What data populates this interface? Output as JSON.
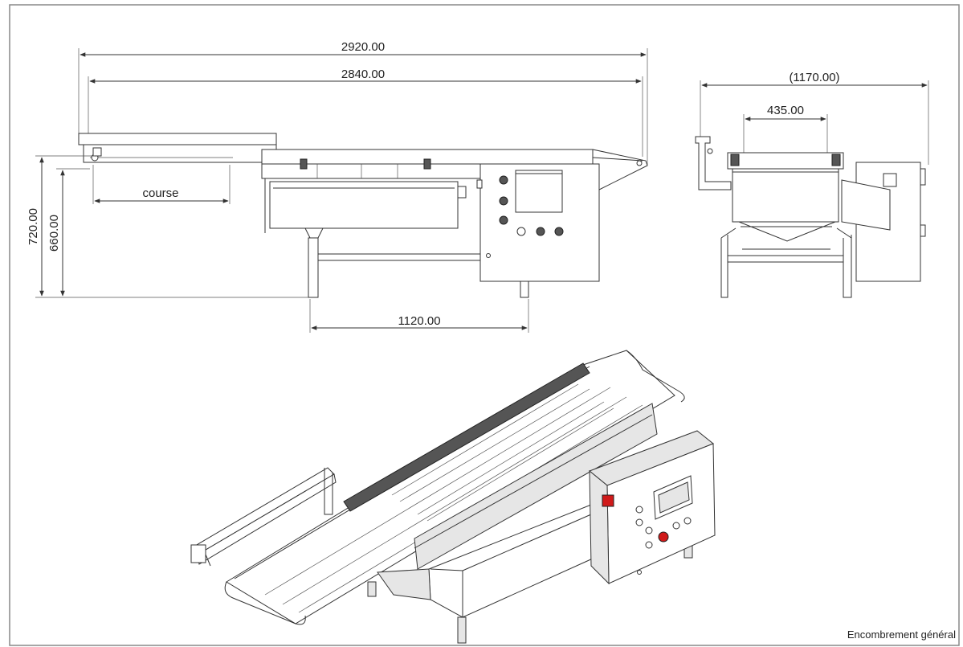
{
  "dimensions": {
    "overall_length": "2920.00",
    "belt_length": "2840.00",
    "side_width": "(1170.00)",
    "belt_width": "435.00",
    "height_total": "720.00",
    "height_belt": "660.00",
    "leg_spacing": "1120.00",
    "stroke_label": "course"
  },
  "caption": "Encombrement général",
  "colors": {
    "line": "#333333",
    "emergency_stop": "#d01a1a",
    "frame": "#888888",
    "background": "#ffffff"
  }
}
